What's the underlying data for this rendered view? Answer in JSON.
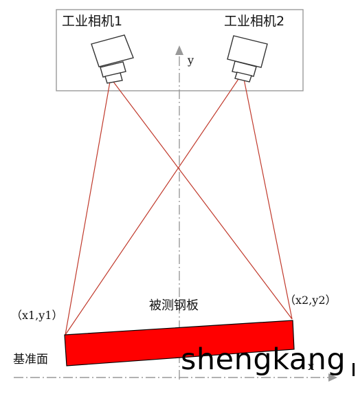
{
  "diagram": {
    "camera_1_label": "工业相机1",
    "camera_2_label": "工业相机2",
    "y_axis_label": "y",
    "x_axis_label": "x",
    "point_1_label": "（x1,y1）",
    "point_2_label": "（x2,y2）",
    "plate_label": "被测钢板",
    "reference_plane_label": "基准面",
    "watermark_text": "shengkang"
  },
  "colors": {
    "laser_line": "#c0392b",
    "plate_fill": "#ff0000",
    "frame_stroke": "#999999",
    "axis_stroke": "#999999",
    "camera_stroke": "#333333"
  }
}
